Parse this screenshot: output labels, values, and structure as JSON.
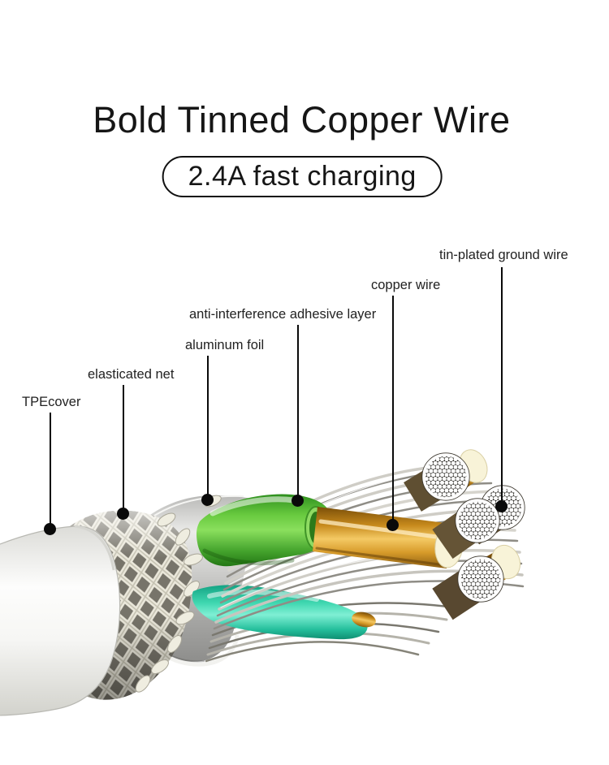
{
  "header": {
    "title": "Bold Tinned Copper Wire",
    "badge": "2.4A fast charging"
  },
  "diagram": {
    "subject": "USB charging cable cutaway showing internal construction layers",
    "labels": [
      {
        "id": "tpe-cover",
        "text": "TPEcover"
      },
      {
        "id": "elasticated-net",
        "text": "elasticated net"
      },
      {
        "id": "aluminum-foil",
        "text": "aluminum foil"
      },
      {
        "id": "anti-interference-adhesive-layer",
        "text": "anti-interference adhesive layer"
      },
      {
        "id": "copper-wire",
        "text": "copper wire"
      },
      {
        "id": "tin-plated-ground-wire",
        "text": "tin-plated ground wire"
      }
    ]
  },
  "colors": {
    "background": "#ffffff",
    "text": "#161616",
    "leader_line": "#0a0a0a",
    "jacket_white": "#f6f6f4",
    "braid_silver": "#ece9dd",
    "foil_grey": "#c9c9c7",
    "adhesive_green": "#67c93e",
    "inner_wire_teal": "#3fd7b0",
    "copper_gold": "#f4c964",
    "tinned_end_cream": "#f8f3d8"
  }
}
